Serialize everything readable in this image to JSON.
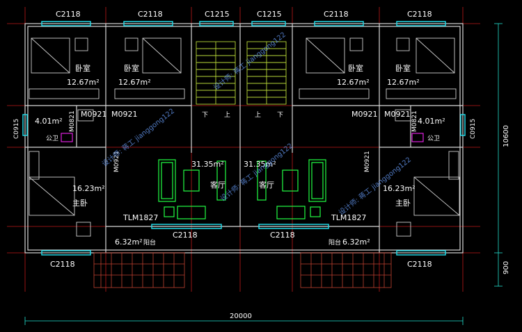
{
  "plan": {
    "windows_top": [
      "C2118",
      "C2118",
      "C1215",
      "C1215",
      "C2118",
      "C2118"
    ],
    "windows_bottom_inner": [
      "C2118",
      "C2118"
    ],
    "windows_bottom_outer": [
      "C2118",
      "C2118"
    ],
    "side_windows": [
      "C0915",
      "C0915"
    ],
    "bedrooms": [
      {
        "name": "卧室",
        "area": "12.67m²"
      },
      {
        "name": "卧室",
        "area": "12.67m²"
      },
      {
        "name": "卧室",
        "area": "12.67m²"
      },
      {
        "name": "卧室",
        "area": "12.67m²"
      }
    ],
    "master_bedrooms": [
      {
        "name": "主卧",
        "area": "16.23m²"
      },
      {
        "name": "主卧",
        "area": "16.23m²"
      }
    ],
    "living_rooms": [
      {
        "name": "客厅",
        "area": "31.35m²"
      },
      {
        "name": "客厅",
        "area": "31.35m²"
      }
    ],
    "bathrooms": [
      {
        "name": "公卫",
        "area": "4.01m²"
      },
      {
        "name": "公卫",
        "area": "4.01m²"
      }
    ],
    "balconies": [
      {
        "name": "阳台",
        "area": "6.32m²"
      },
      {
        "name": "阳台",
        "area": "6.32m²"
      }
    ],
    "doors": {
      "m0921": "M0921",
      "m0821": "M0821",
      "tlm": "TLM1827"
    },
    "stairs": {
      "down": "下",
      "up": "上"
    },
    "dimensions": {
      "total_width": "20000",
      "total_depth": "10600",
      "balcony_depth": "900"
    },
    "watermark": "设计师: 蒋工 jianggong122"
  }
}
